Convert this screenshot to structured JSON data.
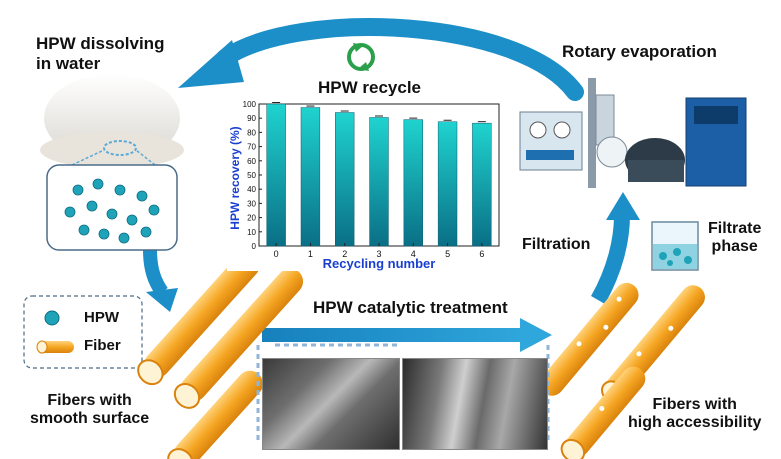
{
  "labels": {
    "hpw_dissolving": "HPW dissolving\nin water",
    "rotary_evaporation": "Rotary evaporation",
    "hpw_recycle": "HPW recycle",
    "filtration": "Filtration",
    "filtrate_phase": "Filtrate\nphase",
    "catalytic_treatment": "HPW catalytic treatment",
    "fibers_smooth": "Fibers with\nsmooth surface",
    "fibers_accessible": "Fibers with\nhigh accessibility"
  },
  "legend": {
    "hpw": "HPW",
    "fiber": "Fiber"
  },
  "colors": {
    "arrow": "#1d8fc8",
    "fiber": "#f5a623",
    "bar_top": "#1fd3cf",
    "bar_bottom": "#0a6f86",
    "axis_label": "#1a3fd0"
  },
  "chart_data": {
    "type": "bar",
    "title": "HPW recycle",
    "xlabel": "Recycling number",
    "ylabel": "HPW recovery (%)",
    "categories": [
      "0",
      "1",
      "2",
      "3",
      "4",
      "5",
      "6"
    ],
    "values": [
      100,
      97.5,
      94,
      90.5,
      89,
      87.5,
      86.5
    ],
    "ylim": [
      0,
      100
    ],
    "yticks": [
      "0",
      "10",
      "20",
      "30",
      "40",
      "50",
      "60",
      "70",
      "80",
      "90",
      "100"
    ],
    "error_bars": true,
    "grid": false
  }
}
